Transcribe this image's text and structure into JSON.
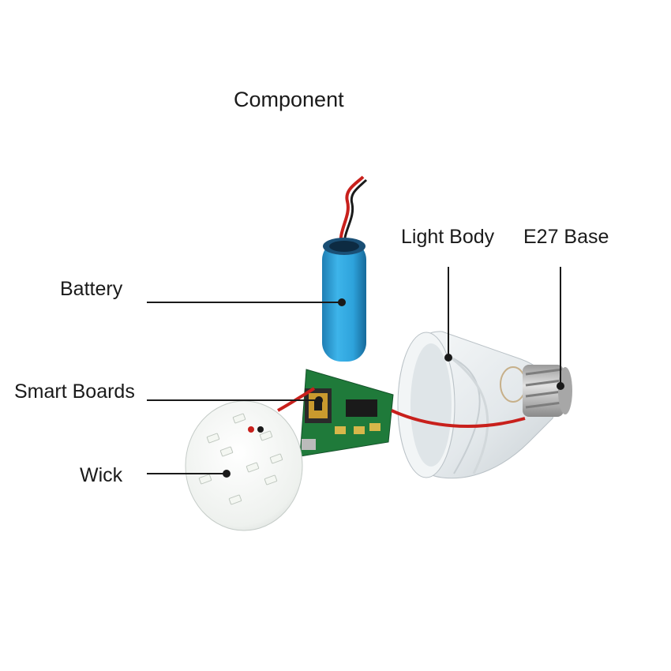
{
  "title": "Component",
  "labels": {
    "battery": "Battery",
    "smart_boards": "Smart Boards",
    "wick": "Wick",
    "light_body": "Light Body",
    "e27_base": "E27 Base"
  },
  "colors": {
    "battery_blue": "#2ea3dc",
    "board_green": "#1f7a3a",
    "wire_red": "#c8201c",
    "led_white": "#f4f7f2",
    "bulb_white": "#e9edf0",
    "base_metal": "#bfbfbf",
    "text": "#1a1a1a"
  }
}
